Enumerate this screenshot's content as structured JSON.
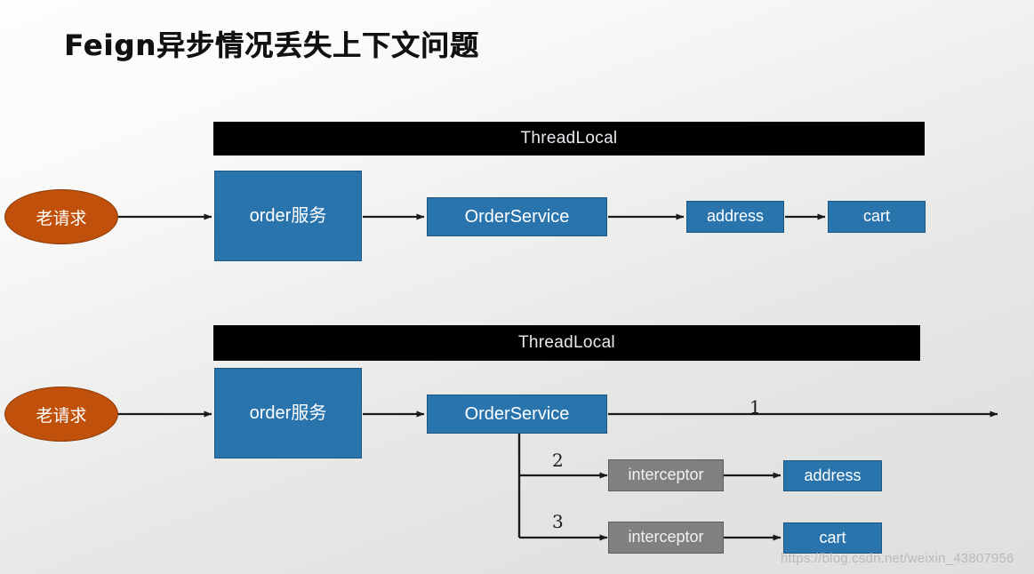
{
  "slide": {
    "title": "Feign异步情况丢失上下文问题",
    "watermark": "https://blog.csdn.net/weixin_43807956",
    "colors": {
      "box_blue": "#2a74ad",
      "box_blue_border": "#1d5681",
      "box_gray": "#808080",
      "box_gray_border": "#5e5e5e",
      "ellipse_orange": "#c0500a",
      "ellipse_orange_border": "#8a3a07",
      "threadlocal_bar": "#000000",
      "threadlocal_text": "#e9e9ef",
      "title_text": "#111111",
      "connector": "#1a1a1a",
      "watermark_text": "#b9bab8"
    }
  },
  "diagram_top": {
    "threadlocal_label": "ThreadLocal",
    "request_label": "老请求",
    "order_service_box_label": "order服务",
    "order_service_label": "OrderService",
    "address_label": "address",
    "cart_label": "cart"
  },
  "diagram_bottom": {
    "threadlocal_label": "ThreadLocal",
    "request_label": "老请求",
    "order_service_box_label": "order服务",
    "order_service_label": "OrderService",
    "branch_1_label": "1",
    "branch_2_label": "2",
    "branch_3_label": "3",
    "interceptor_address_label": "interceptor",
    "interceptor_cart_label": "interceptor",
    "address_label": "address",
    "cart_label": "cart"
  }
}
